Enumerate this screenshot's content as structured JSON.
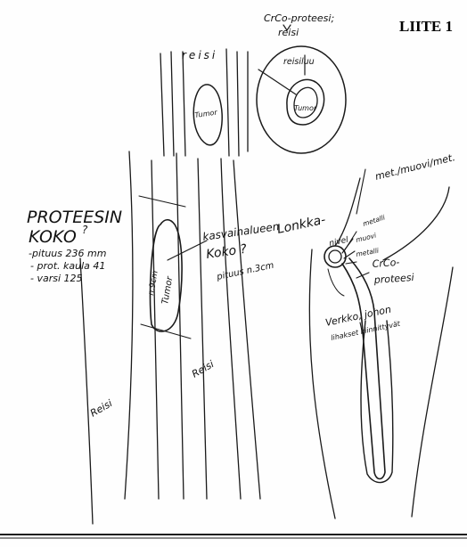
{
  "page_title": "LIITE 1",
  "top_left": {
    "thigh": "reisi",
    "tumor": "Tumor"
  },
  "top_right": {
    "title_line1": "CrCo-proteesi;",
    "title_line2": "reisi",
    "bone": "reisiluu",
    "tumor": "Tumor"
  },
  "left_notes": {
    "heading1": "PROTEESIN",
    "heading2": "KOKO",
    "heading_sup": "?",
    "line1": "-pituus 236 mm",
    "line2": "- prot. kaula 41",
    "line3": "- varsi 125"
  },
  "middle": {
    "tumor": "Tumor",
    "size_mark": "n.9cm",
    "growth_area": "kasvainalueen",
    "growth_size": "Koko ?",
    "growth_length": "pituus n.3cm",
    "thigh_bottom": "Reisi",
    "thigh_middle": "Reisi"
  },
  "right": {
    "materials": "met./muovi/met.",
    "hip_joint": "Lonkka-",
    "hip_joint2": "nivel",
    "metal1": "metalli",
    "plastic": "muovi",
    "metal2": "metalli",
    "crco": "CrCo-",
    "crco2": "proteesi",
    "mesh1": "Verkko, johon",
    "mesh2": "lihakset kiinnittyvät"
  }
}
